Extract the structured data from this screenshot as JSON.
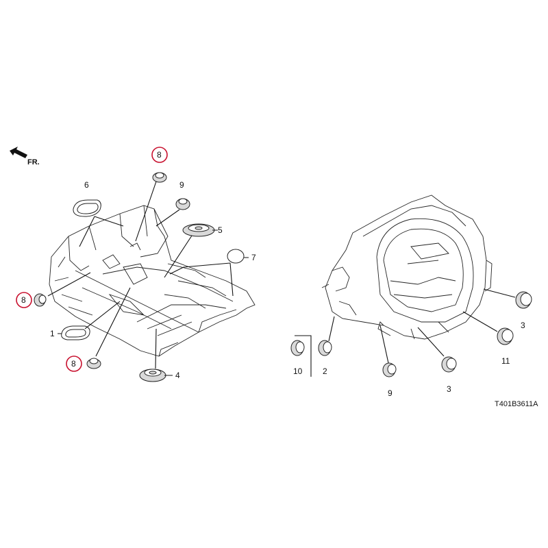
{
  "direction_label": "FR.",
  "diagram_code": "T401B3611A",
  "callouts": [
    {
      "id": "c8-top",
      "text": "8",
      "highlighted": true
    },
    {
      "id": "c9-left",
      "text": "9",
      "highlighted": false
    },
    {
      "id": "c6",
      "text": "6",
      "highlighted": false
    },
    {
      "id": "c5",
      "text": "5",
      "highlighted": false
    },
    {
      "id": "c7",
      "text": "7",
      "highlighted": false
    },
    {
      "id": "c8-left",
      "text": "8",
      "highlighted": true
    },
    {
      "id": "c1",
      "text": "1",
      "highlighted": false
    },
    {
      "id": "c8-bottom",
      "text": "8",
      "highlighted": true
    },
    {
      "id": "c4",
      "text": "4",
      "highlighted": false
    },
    {
      "id": "c10",
      "text": "10",
      "highlighted": false
    },
    {
      "id": "c2",
      "text": "2",
      "highlighted": false
    },
    {
      "id": "c9-right",
      "text": "9",
      "highlighted": false
    },
    {
      "id": "c3-mid",
      "text": "3",
      "highlighted": false
    },
    {
      "id": "c11",
      "text": "11",
      "highlighted": false
    },
    {
      "id": "c3-right",
      "text": "3",
      "highlighted": false
    }
  ],
  "colors": {
    "highlight_ring": "#c8102e",
    "line": "#222222"
  }
}
